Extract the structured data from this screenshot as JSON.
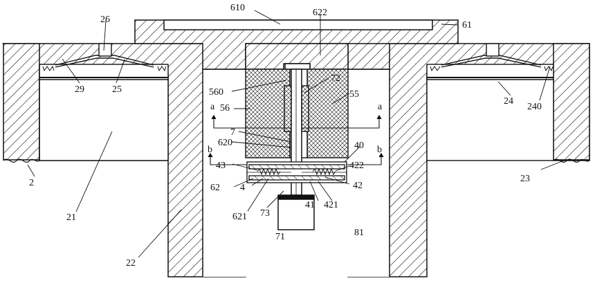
{
  "colors": {
    "ink": "#111111",
    "background": "#ffffff",
    "fill_dark": "#111111"
  },
  "labels": {
    "l610": "610",
    "l622": "622",
    "l61": "61",
    "l26": "26",
    "l29": "29",
    "l25": "25",
    "l72": "72",
    "l560": "560",
    "l55": "55",
    "l56": "56",
    "a_left": "a",
    "a_right": "a",
    "l7": "7",
    "l620": "620",
    "l40": "40",
    "b_left": "b",
    "b_right": "b",
    "l43": "43",
    "l422": "422",
    "l4": "4",
    "l62": "62",
    "l42": "42",
    "l421": "421",
    "l41": "41",
    "l621": "621",
    "l73": "73",
    "l71": "71",
    "l81": "81",
    "l24": "24",
    "l240": "240",
    "l23": "23",
    "l2": "2",
    "l21": "21",
    "l22": "22"
  }
}
